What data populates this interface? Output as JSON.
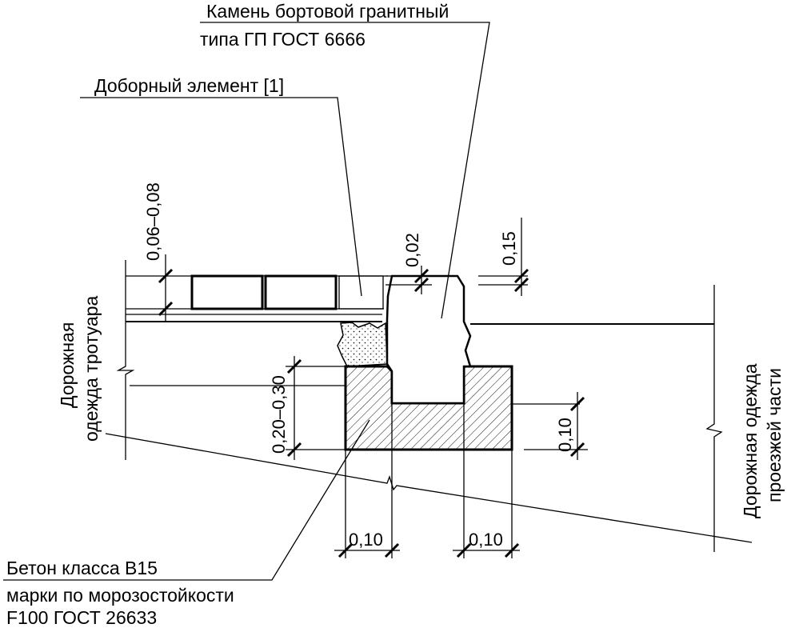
{
  "labels": {
    "curb_stone_line1": "Камень бортовой гранитный",
    "curb_stone_line2": "типа ГП ГОСТ 6666",
    "extra_element": "Доборный элемент [1]",
    "concrete_line1": "Бетон класса В15",
    "concrete_line2": "марки по морозостойкости",
    "concrete_line3": "F100 ГОСТ 26633",
    "sidewalk_line1": "Дорожная",
    "sidewalk_line2": "одежда тротуара",
    "road_line1": "Дорожная одежда",
    "road_line2": "проезжей части"
  },
  "dimensions": {
    "top_layer": "0,06–0,08",
    "gap": "0,02",
    "curb_height": "0,15",
    "foundation_depth": "0,20–0,30",
    "base_thickness": "0,10",
    "left_width": "0,10",
    "right_width": "0,10"
  }
}
